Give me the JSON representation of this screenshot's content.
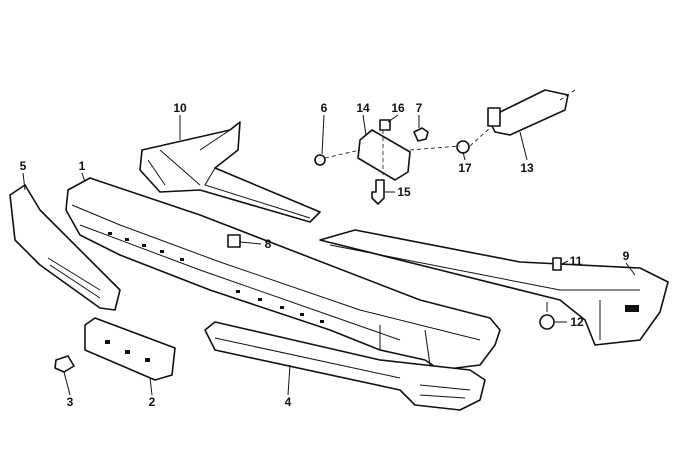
{
  "diagram": {
    "title": "Front bumper exploded parts diagram",
    "callouts": [
      {
        "id": "p10",
        "label": "10"
      },
      {
        "id": "p6",
        "label": "6"
      },
      {
        "id": "p14",
        "label": "14"
      },
      {
        "id": "p16",
        "label": "16"
      },
      {
        "id": "p7",
        "label": "7"
      },
      {
        "id": "p5",
        "label": "5"
      },
      {
        "id": "p1",
        "label": "1"
      },
      {
        "id": "p17",
        "label": "17"
      },
      {
        "id": "p13",
        "label": "13"
      },
      {
        "id": "p15",
        "label": "15"
      },
      {
        "id": "p8",
        "label": "8"
      },
      {
        "id": "p11",
        "label": "11"
      },
      {
        "id": "p9",
        "label": "9"
      },
      {
        "id": "p12",
        "label": "12"
      },
      {
        "id": "p3",
        "label": "3"
      },
      {
        "id": "p2",
        "label": "2"
      },
      {
        "id": "p4",
        "label": "4"
      }
    ]
  }
}
